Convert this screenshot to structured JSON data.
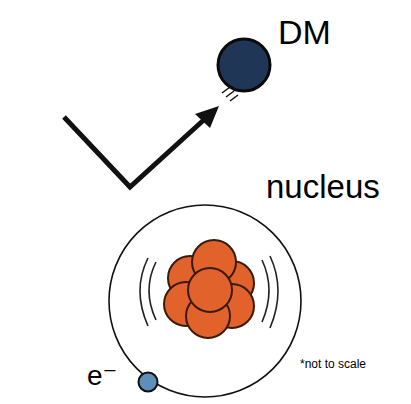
{
  "diagram": {
    "nodes": [
      {
        "text": [
          "DM"
        ]
      },
      {
        "text": [
          "nucleus"
        ]
      },
      {
        "text": [
          "e⁻"
        ]
      }
    ],
    "labels": [
      "*not to scale"
    ]
  }
}
